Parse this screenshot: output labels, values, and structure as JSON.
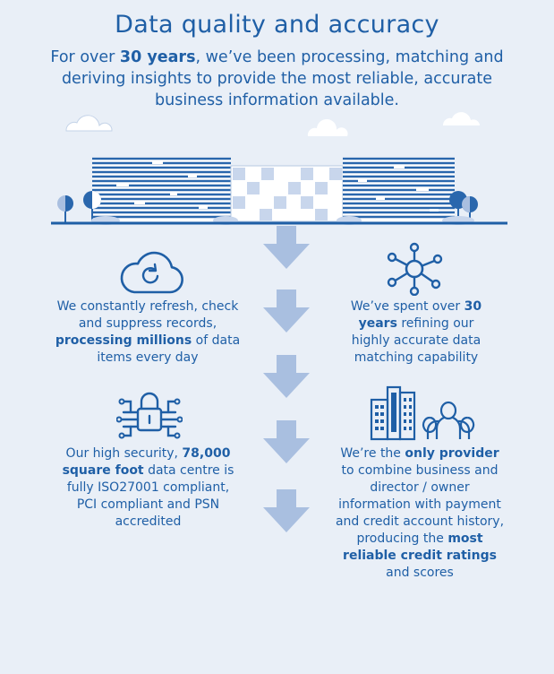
{
  "header": {
    "title": "Data quality and accuracy",
    "intro_pre": "For over ",
    "intro_bold": "30 years",
    "intro_post": ", we’ve been processing, matching and deriving insights to provide the most reliable, accurate business information available."
  },
  "features": {
    "refresh": {
      "icon": "cloud-refresh-icon",
      "pre": "We constantly refresh, check and suppress records, ",
      "bold": "processing millions",
      "post": " of data items every day"
    },
    "matching": {
      "icon": "network-node-icon",
      "pre": "We’ve spent over ",
      "bold": "30 years",
      "post": " refining our highly accurate data matching capability"
    },
    "security": {
      "icon": "padlock-circuit-icon",
      "pre": "Our high security, ",
      "bold": "78,000 square foot",
      "post": " data centre is fully ISO27001 compliant, PCI compliant and PSN accredited"
    },
    "provider": {
      "icon": "buildings-people-icon",
      "pre": "We’re the ",
      "bold1": "only provider",
      "mid": " to combine business and director / owner information with payment and credit account history, producing the ",
      "bold2": "most reliable credit ratings",
      "post": " and scores"
    }
  },
  "colors": {
    "background": "#e9eff7",
    "primary": "#1f5fa6",
    "arrow": "#a9bfe0"
  }
}
